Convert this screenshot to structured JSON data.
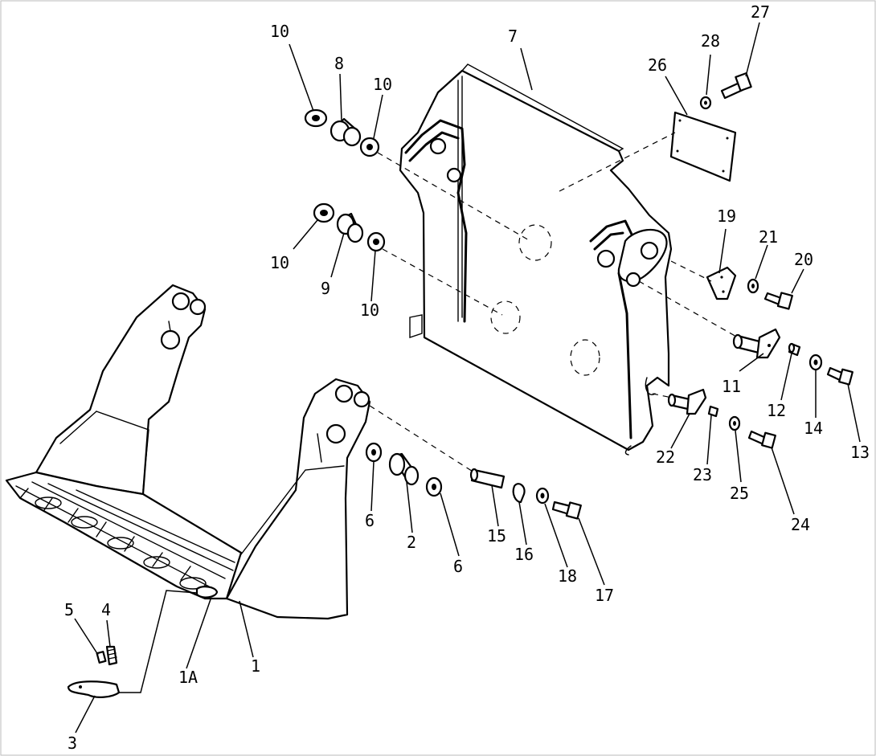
{
  "callouts": [
    {
      "id": "c10a",
      "label": "10"
    },
    {
      "id": "c8",
      "label": "8"
    },
    {
      "id": "c10b",
      "label": "10"
    },
    {
      "id": "c7",
      "label": "7"
    },
    {
      "id": "c26",
      "label": "26"
    },
    {
      "id": "c28",
      "label": "28"
    },
    {
      "id": "c27",
      "label": "27"
    },
    {
      "id": "c10c",
      "label": "10"
    },
    {
      "id": "c9",
      "label": "9"
    },
    {
      "id": "c10d",
      "label": "10"
    },
    {
      "id": "c19",
      "label": "19"
    },
    {
      "id": "c21",
      "label": "21"
    },
    {
      "id": "c20",
      "label": "20"
    },
    {
      "id": "c11",
      "label": "11"
    },
    {
      "id": "c12",
      "label": "12"
    },
    {
      "id": "c14",
      "label": "14"
    },
    {
      "id": "c13",
      "label": "13"
    },
    {
      "id": "c22",
      "label": "22"
    },
    {
      "id": "c23",
      "label": "23"
    },
    {
      "id": "c25",
      "label": "25"
    },
    {
      "id": "c24",
      "label": "24"
    },
    {
      "id": "c6a",
      "label": "6"
    },
    {
      "id": "c2",
      "label": "2"
    },
    {
      "id": "c6b",
      "label": "6"
    },
    {
      "id": "c15",
      "label": "15"
    },
    {
      "id": "c16",
      "label": "16"
    },
    {
      "id": "c18",
      "label": "18"
    },
    {
      "id": "c17",
      "label": "17"
    },
    {
      "id": "c5",
      "label": "5"
    },
    {
      "id": "c4",
      "label": "4"
    },
    {
      "id": "c3",
      "label": "3"
    },
    {
      "id": "c1A",
      "label": "1A"
    },
    {
      "id": "c1",
      "label": "1"
    }
  ]
}
